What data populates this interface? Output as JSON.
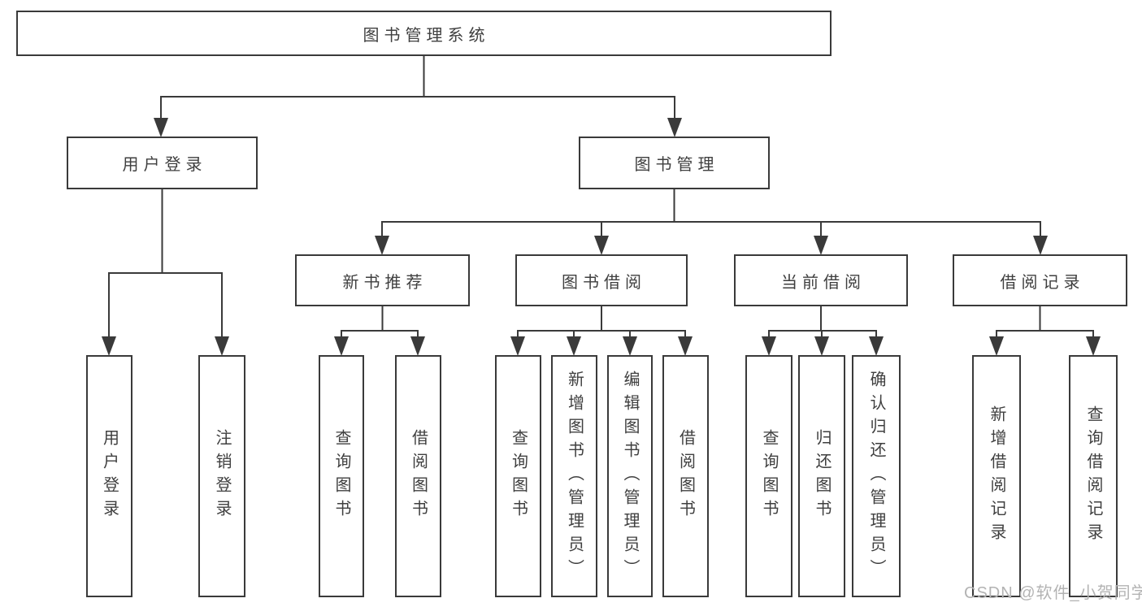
{
  "diagram": {
    "title": "图书管理系统",
    "groups": {
      "user_login": {
        "label": "用户登录",
        "items": [
          {
            "label": "用户登录"
          },
          {
            "label": "注销登录"
          }
        ]
      },
      "book_mgmt": {
        "label": "图书管理",
        "sections": [
          {
            "label": "新书推荐",
            "items": [
              {
                "label": "查询图书"
              },
              {
                "label": "借阅图书"
              }
            ]
          },
          {
            "label": "图书借阅",
            "items": [
              {
                "label": "查询图书"
              },
              {
                "label": "新增图书（管理员）"
              },
              {
                "label": "编辑图书（管理员）"
              },
              {
                "label": "借阅图书"
              }
            ]
          },
          {
            "label": "当前借阅",
            "items": [
              {
                "label": "查询图书"
              },
              {
                "label": "归还图书"
              },
              {
                "label": "确认归还（管理员）"
              }
            ]
          },
          {
            "label": "借阅记录",
            "items": [
              {
                "label": "新增借阅记录"
              },
              {
                "label": "查询借阅记录"
              }
            ]
          }
        ]
      }
    }
  },
  "watermark": {
    "text": "CSDN @软件_小贺同学"
  },
  "colors": {
    "line": "#3a3a3a",
    "text": "#3f3f3f",
    "watermark": "#b3b3b3",
    "background": "#ffffff"
  }
}
